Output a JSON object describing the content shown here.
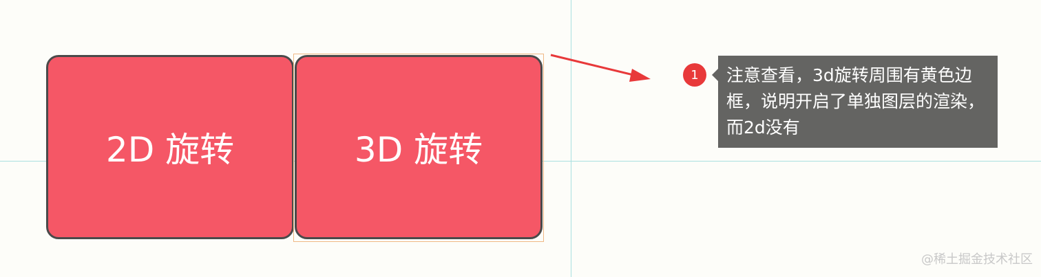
{
  "boxes": {
    "two_d_label": "2D 旋转",
    "three_d_label": "3D 旋转"
  },
  "annotation": {
    "badge_number": "1",
    "text": "注意查看，3d旋转周围有黄色边框，说明开启了单独图层的渲染，而2d没有"
  },
  "watermark": "@稀土掘金技术社区",
  "colors": {
    "background": "#fdfdf9",
    "box_fill": "#f55766",
    "box_border": "#4a4a4a",
    "layer_outline": "#f0b884",
    "guide": "#a9e0e0",
    "arrow": "#e8393a",
    "badge": "#e8393a",
    "note_bg": "#646462"
  }
}
